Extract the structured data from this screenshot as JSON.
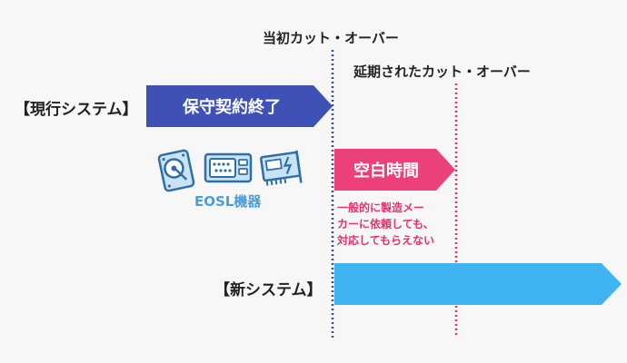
{
  "timeline": {
    "initial_cutover_label": "当初カット・オーバー",
    "extended_cutover_label": "延期されたカット・オーバー"
  },
  "current_system": {
    "label": "【現行システム】",
    "arrow_text": "保守契約終了",
    "color": "#3f51b5"
  },
  "gap": {
    "arrow_text": "空白時間",
    "color": "#ec407a",
    "note_lines": [
      "一般的に製造メー",
      "カーに依頼しても、",
      "対応してもらえない"
    ]
  },
  "equipment": {
    "label": "EOSL機器",
    "icons": [
      "hard-disk-icon",
      "server-unit-icon",
      "expansion-card-icon"
    ]
  },
  "new_system": {
    "label": "【新システム】",
    "color": "#40b4f0"
  },
  "colors": {
    "initial_line": "#3949ab",
    "extended_line": "#e0336f",
    "icon_blue": "#2f6fa8",
    "icon_light": "#c9e3f5"
  }
}
